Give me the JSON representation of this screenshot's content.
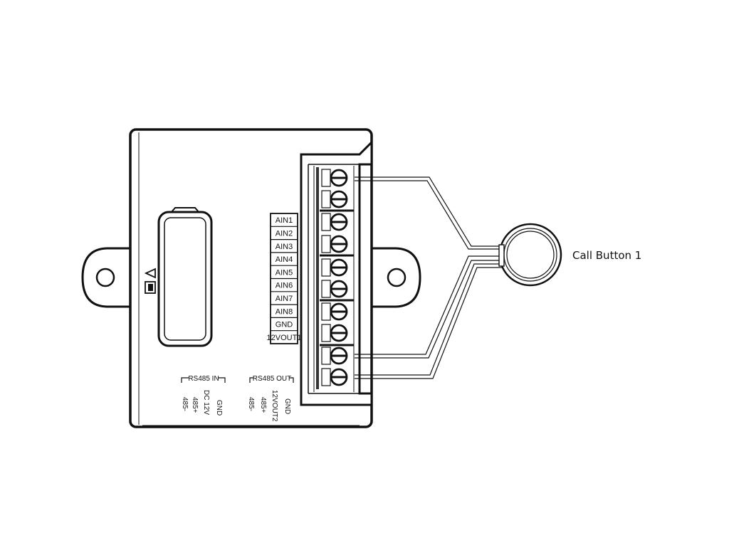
{
  "diagram": {
    "terminal_labels": [
      "AIN1",
      "AIN2",
      "AIN3",
      "AIN4",
      "AIN5",
      "AIN6",
      "AIN7",
      "AIN8",
      "GND",
      "12VOUT1"
    ],
    "rs485_in": {
      "title": "RS485 IN",
      "pins": [
        "485-",
        "485+",
        "DC 12V",
        "GND"
      ]
    },
    "rs485_out": {
      "title": "RS485 OUT",
      "pins": [
        "485-",
        "485+",
        "12VOUT2",
        "GND"
      ]
    },
    "call_button": {
      "label": "Call Button 1"
    }
  }
}
